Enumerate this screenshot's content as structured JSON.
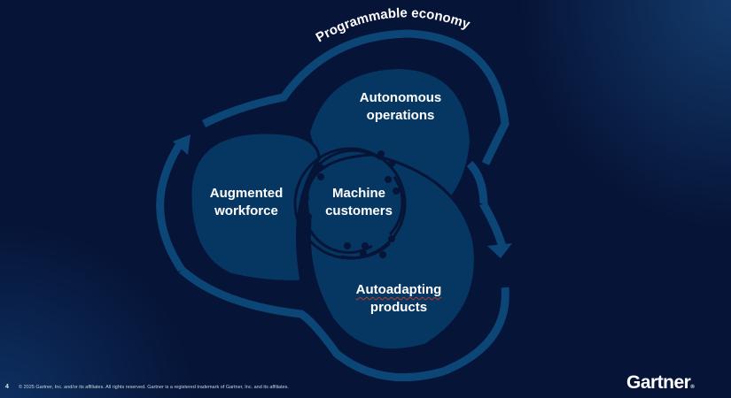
{
  "slide": {
    "page_number": "4",
    "footer_text": "© 2025 Gartner, Inc. and/or its affiliates. All rights reserved. Gartner is a registered trademark of Gartner, Inc. and its affiliates.",
    "logo_text": "Gartner"
  },
  "diagram": {
    "outer_cycle_label": "Programmable economy",
    "segments": [
      {
        "id": "autonomous-operations",
        "line1": "Autonomous",
        "line2": "operations"
      },
      {
        "id": "augmented-workforce",
        "line1": "Augmented",
        "line2": "workforce"
      },
      {
        "id": "autoadapting-products",
        "line1": "Autoadapting",
        "line2": "products"
      }
    ],
    "center": {
      "line1": "Machine",
      "line2": "customers"
    }
  },
  "colors": {
    "background": "#061437",
    "shape_fill": "#063762",
    "arrow_stroke": "#0b4677",
    "text": "#ffffff"
  }
}
